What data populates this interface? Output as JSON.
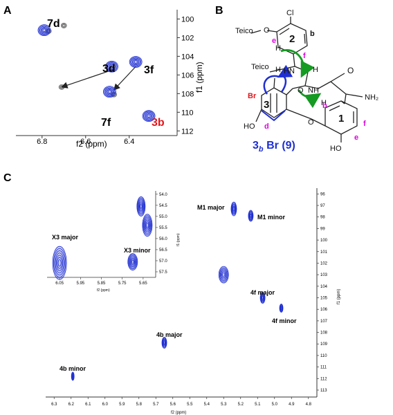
{
  "panel_labels": {
    "a": "A",
    "b": "B",
    "c": "C"
  },
  "colors": {
    "blue": "#1f2fd1",
    "gray": "#6f6f6f",
    "red": "#e0161b",
    "magenta": "#e000e0",
    "green": "#159a22",
    "axis": "#333333"
  },
  "chart_data": [
    {
      "panel": "A",
      "type": "scatter",
      "xlabel": "f2 (ppm)",
      "ylabel": "f1 (ppm)",
      "xlim": [
        6.92,
        6.18
      ],
      "ylim": [
        99,
        112.5
      ],
      "xticks": [
        "6.8",
        "6.6",
        "6.4"
      ],
      "yticks": [
        "100",
        "102",
        "104",
        "106",
        "108",
        "110",
        "112"
      ],
      "blue_peaks": [
        {
          "label": "7d",
          "x": 6.79,
          "y": 101.2
        },
        {
          "label": "3d",
          "x": 6.48,
          "y": 105.1
        },
        {
          "label": "3f",
          "x": 6.37,
          "y": 104.6
        },
        {
          "label": "7f",
          "x": 6.49,
          "y": 107.8
        },
        {
          "label": "3b",
          "x": 6.31,
          "y": 110.4
        }
      ],
      "gray_peaks": [
        {
          "x": 6.7,
          "y": 100.7
        },
        {
          "x": 6.71,
          "y": 107.3
        },
        {
          "x": 6.77,
          "y": 101.3
        },
        {
          "x": 6.47,
          "y": 108.1
        }
      ],
      "arrows": [
        {
          "from": [
            6.47,
            105.4
          ],
          "to": [
            6.71,
            107.3
          ]
        },
        {
          "from": [
            6.37,
            105.1
          ],
          "to": [
            6.47,
            107.6
          ]
        }
      ]
    },
    {
      "panel": "C",
      "type": "scatter",
      "xlabel": "f2 (ppm)",
      "ylabel": "f1 (ppm)",
      "xlim": [
        6.35,
        4.75
      ],
      "ylim": [
        95.5,
        113.6
      ],
      "xticks": [
        "6.3",
        "6.2",
        "6.1",
        "6.0",
        "5.9",
        "5.8",
        "5.7",
        "5.6",
        "5.5",
        "5.4",
        "5.3",
        "5.2",
        "5.1",
        "5.0",
        "4.9",
        "4.8"
      ],
      "yticks": [
        "96",
        "97",
        "98",
        "99",
        "100",
        "101",
        "102",
        "103",
        "104",
        "105",
        "106",
        "107",
        "108",
        "109",
        "110",
        "111",
        "112",
        "113"
      ],
      "peaks": [
        {
          "label": "M1 major",
          "x": 5.24,
          "y": 97.3
        },
        {
          "label": "M1 minor",
          "x": 5.14,
          "y": 97.9
        },
        {
          "label": "",
          "x": 5.3,
          "y": 103.0
        },
        {
          "label": "4f major",
          "x": 5.07,
          "y": 105.0
        },
        {
          "label": "4f minor",
          "x": 4.96,
          "y": 105.9
        },
        {
          "label": "4b major",
          "x": 5.65,
          "y": 108.9
        },
        {
          "label": "4b minor",
          "x": 6.19,
          "y": 111.8
        }
      ],
      "inset": {
        "xlabel": "f2 (ppm)",
        "ylabel": "f1 (ppm)",
        "xlim": [
          6.11,
          5.59
        ],
        "ylim": [
          53.85,
          57.75
        ],
        "xticks": [
          "6.05",
          "5.95",
          "5.85",
          "5.75",
          "5.65"
        ],
        "yticks": [
          "54.0",
          "54.5",
          "55.0",
          "55.5",
          "56.0",
          "56.5",
          "57.0",
          "57.5"
        ],
        "peaks": [
          {
            "label": "X3 major",
            "x": 6.05,
            "y": 57.1
          },
          {
            "label": "X3 minor",
            "x": 5.7,
            "y": 57.05
          },
          {
            "label": "",
            "x": 5.66,
            "y": 54.55
          },
          {
            "label": "",
            "x": 5.63,
            "y": 55.4
          }
        ]
      }
    }
  ],
  "structure": {
    "substituents": [
      "Teico",
      "Teico",
      "Cl",
      "Br",
      "HO",
      "HO",
      "HN",
      "NH",
      "NH₂",
      "O",
      "O",
      "O",
      "H",
      "H",
      "H",
      "H"
    ],
    "ring_numbers": [
      "2",
      "3",
      "1"
    ],
    "position_labels": [
      "e",
      "b",
      "f",
      "b",
      "f",
      "e",
      "d"
    ],
    "caption": "3",
    "caption_sub": "b",
    "caption_rest": " Br (9)"
  }
}
